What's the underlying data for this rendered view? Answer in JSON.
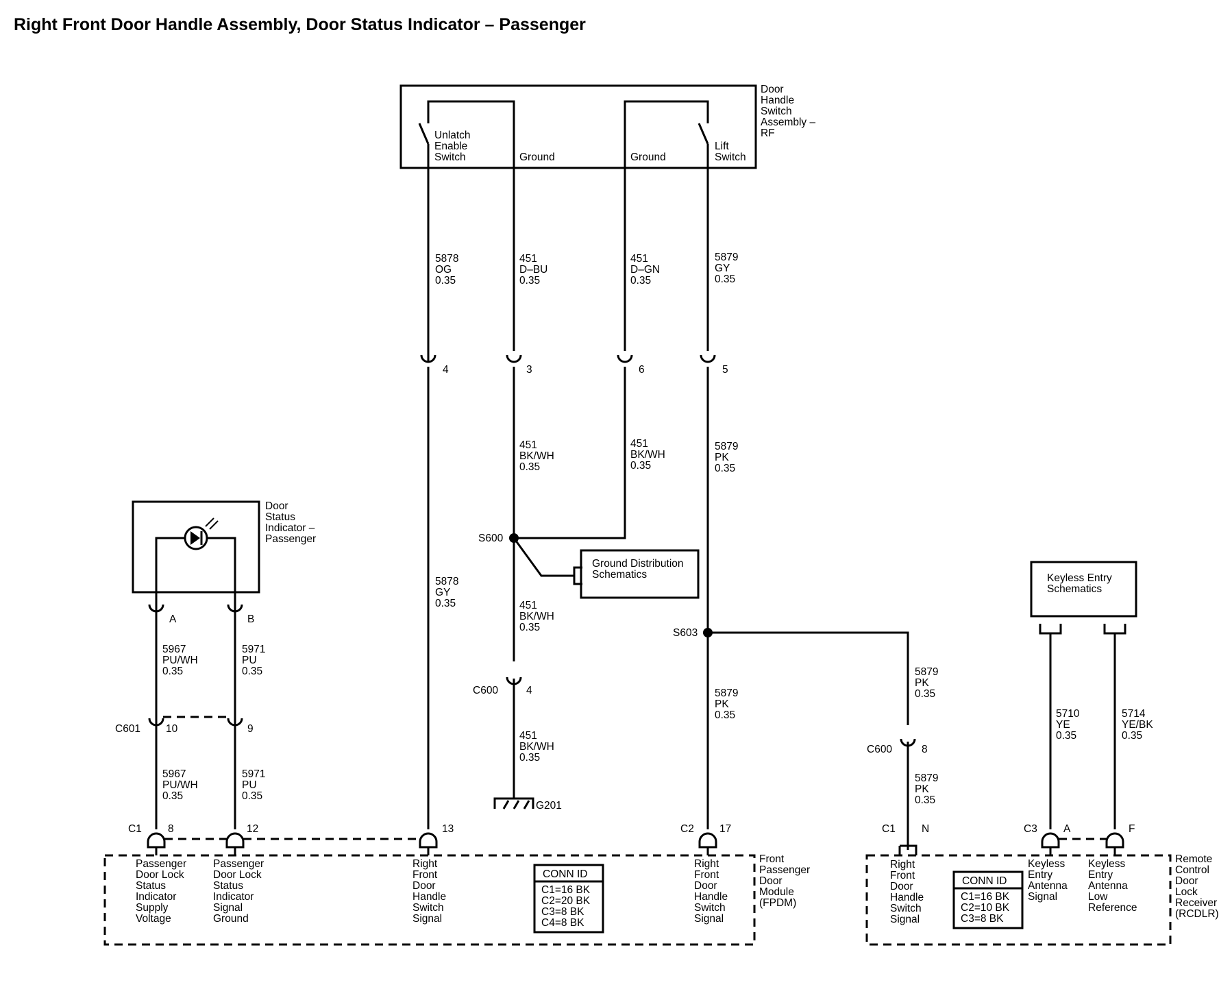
{
  "title": "Right Front Door Handle Assembly, Door Status Indicator – Passenger",
  "components": {
    "door_handle": {
      "label": [
        "Door",
        "Handle",
        "Switch",
        "Assembly –",
        "RF"
      ],
      "unlatch": [
        "Unlatch",
        "Enable",
        "Switch"
      ],
      "ground_a": "Ground",
      "ground_b": "Ground",
      "lift": [
        "Lift",
        "Switch"
      ]
    },
    "door_status": {
      "label": [
        "Door",
        "Status",
        "Indicator –",
        "Passenger"
      ]
    },
    "ground_dist": {
      "label": [
        "Ground Distribution",
        "Schematics"
      ]
    },
    "keyless_entry": {
      "label": [
        "Keyless Entry",
        "Schematics"
      ]
    },
    "fpdm": {
      "label": [
        "Front",
        "Passenger",
        "Door",
        "Module",
        "(FPDM)"
      ],
      "pin_labels": {
        "p8": [
          "Passenger",
          "Door Lock",
          "Status",
          "Indicator",
          "Supply",
          "Voltage"
        ],
        "p12": [
          "Passenger",
          "Door Lock",
          "Status",
          "Indicator",
          "Signal",
          "Ground"
        ],
        "p13": [
          "Right",
          "Front",
          "Door",
          "Handle",
          "Switch",
          "Signal"
        ],
        "p17": [
          "Right",
          "Front",
          "Door",
          "Handle",
          "Switch",
          "Signal"
        ]
      },
      "conn_id": {
        "header": "CONN ID",
        "rows": [
          "C1=16 BK",
          "C2=20 BK",
          "C3=8 BK",
          "C4=8 BK"
        ]
      }
    },
    "rcdlr": {
      "label": [
        "Remote",
        "Control",
        "Door",
        "Lock",
        "Receiver",
        "(RCDLR)"
      ],
      "pin_labels": {
        "pN": [
          "Right",
          "Front",
          "Door",
          "Handle",
          "Switch",
          "Signal"
        ],
        "pA": [
          "Keyless",
          "Entry",
          "Antenna",
          "Signal"
        ],
        "pF": [
          "Keyless",
          "Entry",
          "Antenna",
          "Low",
          "Reference"
        ]
      },
      "conn_id": {
        "header": "CONN ID",
        "rows": [
          "C1=16 BK",
          "C2=10 BK",
          "C3=8 BK"
        ]
      }
    }
  },
  "wires": {
    "w5878_top": [
      "5878",
      "OG",
      "0.35"
    ],
    "w451_dbu": [
      "451",
      "D–BU",
      "0.35"
    ],
    "w451_dgn": [
      "451",
      "D–GN",
      "0.35"
    ],
    "w5879_gy": [
      "5879",
      "GY",
      "0.35"
    ],
    "w451_bkwh_a": [
      "451",
      "BK/WH",
      "0.35"
    ],
    "w451_bkwh_b": [
      "451",
      "BK/WH",
      "0.35"
    ],
    "w5879_pk_top": [
      "5879",
      "PK",
      "0.35"
    ],
    "w5878_gy": [
      "5878",
      "GY",
      "0.35"
    ],
    "w451_bkwh_c": [
      "451",
      "BK/WH",
      "0.35"
    ],
    "w451_bkwh_d": [
      "451",
      "BK/WH",
      "0.35"
    ],
    "w5967_a": [
      "5967",
      "PU/WH",
      "0.35"
    ],
    "w5971_a": [
      "5971",
      "PU",
      "0.35"
    ],
    "w5967_b": [
      "5967",
      "PU/WH",
      "0.35"
    ],
    "w5971_b": [
      "5971",
      "PU",
      "0.35"
    ],
    "w5879_pk_mid": [
      "5879",
      "PK",
      "0.35"
    ],
    "w5879_pk_r1": [
      "5879",
      "PK",
      "0.35"
    ],
    "w5879_pk_r2": [
      "5879",
      "PK",
      "0.35"
    ],
    "w5710": [
      "5710",
      "YE",
      "0.35"
    ],
    "w5714": [
      "5714",
      "YE/BK",
      "0.35"
    ]
  },
  "connectors": {
    "c_4": "4",
    "c_3": "3",
    "c_6": "6",
    "c_5": "5",
    "c_A": "A",
    "c_B": "B",
    "c601": "C601",
    "c601_10": "10",
    "c601_9": "9",
    "c600_g": "C600",
    "c600_g_pin": "4",
    "c600_r": "C600",
    "c600_r_pin": "8",
    "fpdm_c1": "C1",
    "fpdm_8": "8",
    "fpdm_12": "12",
    "fpdm_13": "13",
    "fpdm_c2": "C2",
    "fpdm_17": "17",
    "rcdlr_c1": "C1",
    "rcdlr_n": "N",
    "rcdlr_c3": "C3",
    "rcdlr_a": "A",
    "rcdlr_f": "F"
  },
  "splices": {
    "s600": "S600",
    "s603": "S603"
  },
  "grounds": {
    "g201": "G201"
  }
}
